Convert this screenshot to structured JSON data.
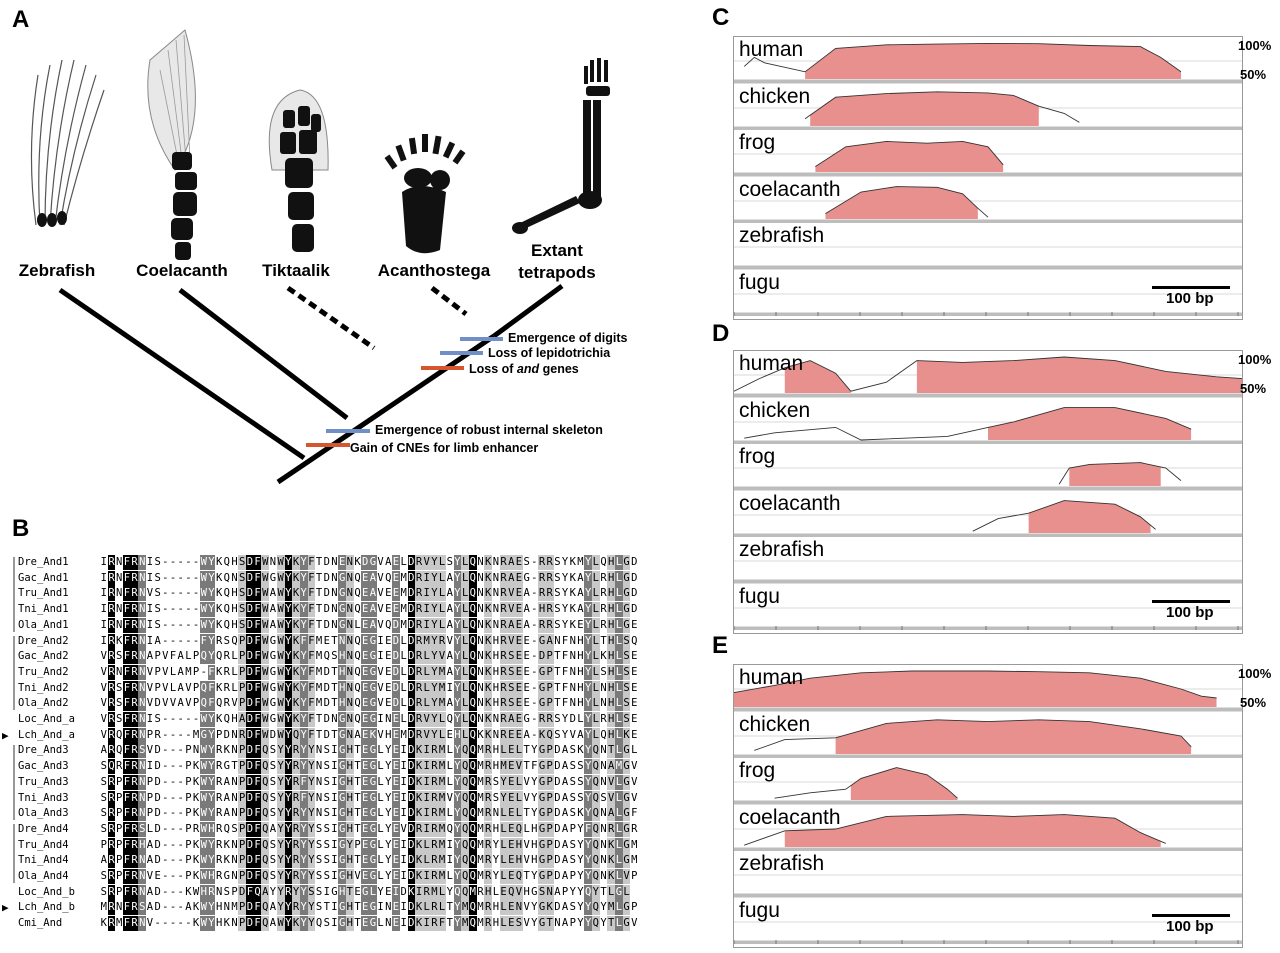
{
  "panels": {
    "a": "A",
    "b": "B",
    "c": "C",
    "d": "D",
    "e": "E"
  },
  "taxa": [
    "Zebrafish",
    "Coelacanth",
    "Tiktaalik",
    "Acanthostega",
    "Extant\ntetrapods"
  ],
  "events": {
    "digits": "Emergence of digits",
    "lepido": "Loss of lepidotrichia",
    "and_pre": "Loss of ",
    "and_it": "and",
    "and_post": " genes",
    "skeleton": "Emergence of robust internal skeleton",
    "cne": "Gain of CNEs for limb enhancer"
  },
  "colors": {
    "blue_event": "#6f8fc6",
    "red_event": "#d4562e",
    "conserved": "#e8908e"
  },
  "alignment": [
    {
      "name": "Dre_And1",
      "seq": "IRNFRNIS-----WYKQHSDFWNWYKYFTDNENKDGVAELDRVYLSYLQNKNRAES-RRSYKMYLQHLGD"
    },
    {
      "name": "Gac_And1",
      "seq": "IRNFRNIS-----WYKQNSDFWGWYKYFTDNGNQEAVQEMDRIYLAYLQNKNRAEG-RRSYKAYLRHLGD"
    },
    {
      "name": "Tru_And1",
      "seq": "IRNFRNVS-----WYKQHSDFWAWYKYFTDNGNQEAVEEMDRIYLAYLQNKNRVEA-RRSYKAYLRHLGD"
    },
    {
      "name": "Tni_And1",
      "seq": "IRNFRNIS-----WYKQHSDFWAWYKYFTDNGNQEAVEEMDRIYLAYLQNKNRVEA-HRSYKAYLRHLGD"
    },
    {
      "name": "Ola_And1",
      "seq": "IRNFRNIS-----WYKQHSDFWAWYKYFTDNGNLEAVQDMDRIYLAYLQNKNRAEA-RRSYKEYLRHLGE"
    },
    {
      "name": "Dre_And2",
      "seq": "IRKFRNIA-----FYRSQPDFWGWYKFFMETNNQEGIEDLDRMYRVYLQNKHRVEE-GANFNHYLTHLSQ"
    },
    {
      "name": "Gac_And2",
      "seq": "VRSFRNAPVFALPQYQRLPDFWGWYKYFMQSHNQEGIEDLDRLYVAYLQNKHRSEE-DPTFNHYLKHLSE"
    },
    {
      "name": "Tru_And2",
      "seq": "VRNFRNVPVLAMP-FKRLPDFWGWYKYFMDTHNQEGVEDLDRLYMAYLQNKHRSEE-GPTFNHYLSHLSE"
    },
    {
      "name": "Tni_And2",
      "seq": "VRSFRNVPVLAVPQFKRLPDFWGWYKYFMDTHNQEGVEDLDRLYMIYLQNKHRSEE-GPTFNHYLNHLSE"
    },
    {
      "name": "Ola_And2",
      "seq": "VRSFRNVDVVAVPQFQRVPDFWGWYKYFMDTHNQEGVEDLDRLYMAYLQNKHRSEE-GPTFNHYLNHLSE"
    },
    {
      "name": "Loc_And_a",
      "seq": "VRSFRNIS-----WYKQHADFWGWYKYFTDNGNQEGINELDRVYLQYLQNKNRAEG-RRSYDLYLRHLSE"
    },
    {
      "name": "Lch_And_a",
      "seq": "VRQFRNPR----MGYPDNRDFWDWYQYFTDTGNAEKVHEMDRVYLEHLQKKNREEA-KQSYVAYLQHLKE"
    },
    {
      "name": "Dre_And3",
      "seq": "ARQFRSVD---PNWYRKNPDFQSYYRYYNSIGHTEGLYEIDKIRMLYQQMRHLELTYGPDASKYQNTLGL"
    },
    {
      "name": "Gac_And3",
      "seq": "SQRFRNID---PKWYRGTPDFQSYYRYYNSIGHTEGLYEIDKIRMLYQQMRHMEVTFGPDASSYQNAMGV"
    },
    {
      "name": "Tru_And3",
      "seq": "SRPFRNPD---PKWYRANPDFQSYYRFYNSIGHTEGLYEIDKIRMLYQQMRSYELVYGPDASSYQNVLGV"
    },
    {
      "name": "Tni_And3",
      "seq": "SRPFRNPD---PKWYRANPDFQSYYRFYNSIGHTEGLYEIDKIRMVYQQMRSYELVYGPDASSYQSVLGV"
    },
    {
      "name": "Ola_And3",
      "seq": "SRPFRNPD---PKWYRANPDFQSYYRYYNSIGHTEGLYEIDKIRMLYQQMRNLELTYGPDASKYQNALGF"
    },
    {
      "name": "Dre_And4",
      "seq": "SRPFRSLD---PRWHRQSPDFQAYYRYYSSIGHTEGLYEVDRIRMQYQQMRHLEQLHGPDAPYFQNRLGR"
    },
    {
      "name": "Tru_And4",
      "seq": "PRPFRHAD---PKWYRKNPDFQSYYRYYSSIGYPEGLYEIDKLRMIYQQMRYLEHVHGPDASYYQNKLGM"
    },
    {
      "name": "Tni_And4",
      "seq": "ARPFRNAD---PKWYRKNPDFQSYYRYYSSIGHTEGLYEIDKLRMIYQQMRYLEHVHGPDASYYQNKLGM"
    },
    {
      "name": "Ola_And4",
      "seq": "SRPFRNVE---PKWHRGNPDFQSYYRYYSSIGHVEGLYEIDKIRMLYQQMRYLEQTYGPDAPYYQNKLVP"
    },
    {
      "name": "Loc_And_b",
      "seq": "SRPFRNAD---KWHRNSPDFQAYYRYYSSIGHTEGLYEIDKIRMLYQQMRHLEQVHGSNAPYYQYTLGL"
    },
    {
      "name": "Lch_And_b",
      "seq": "MRNFRSAD---AKWYHNMPDFQAYYRYYSTIGHTEGINEIDKLRLTYMQMRHLENVYGKDASYYQYMLGP"
    },
    {
      "name": "Cmi_And",
      "seq": "KRMFRNV-----KWYHKNPDFQAWYKYYQSIGHTEGLNEIDKIRFTYMQMRHLESVYGTNAPYYQYTLGV"
    }
  ],
  "arrow_rows": [
    "Lch_And_a",
    "Lch_And_b"
  ],
  "vista_species": [
    "human",
    "chicken",
    "frog",
    "coelacanth",
    "zebrafish",
    "fugu"
  ],
  "pct_labels": {
    "top": "100%",
    "mid": "50%"
  },
  "scale_bar": "100 bp",
  "conservation": {
    "C": {
      "human": {
        "trace": [
          [
            0.02,
            0.35
          ],
          [
            0.04,
            0.6
          ],
          [
            0.06,
            0.45
          ],
          [
            0.14,
            0.2
          ],
          [
            0.2,
            0.85
          ],
          [
            0.3,
            0.95
          ],
          [
            0.4,
            0.97
          ],
          [
            0.5,
            0.99
          ],
          [
            0.6,
            0.98
          ],
          [
            0.7,
            0.93
          ],
          [
            0.8,
            0.9
          ],
          [
            0.84,
            0.6
          ],
          [
            0.88,
            0.2
          ]
        ],
        "fill": [
          [
            0.14,
            0.88
          ]
        ]
      },
      "chicken": {
        "trace": [
          [
            0.14,
            0.2
          ],
          [
            0.2,
            0.8
          ],
          [
            0.3,
            0.9
          ],
          [
            0.4,
            0.95
          ],
          [
            0.5,
            0.92
          ],
          [
            0.55,
            0.85
          ],
          [
            0.6,
            0.55
          ],
          [
            0.65,
            0.35
          ],
          [
            0.68,
            0.1
          ]
        ],
        "fill": [
          [
            0.15,
            0.6
          ]
        ]
      },
      "frog": {
        "trace": [
          [
            0.16,
            0.15
          ],
          [
            0.22,
            0.7
          ],
          [
            0.3,
            0.85
          ],
          [
            0.38,
            0.8
          ],
          [
            0.45,
            0.85
          ],
          [
            0.5,
            0.7
          ],
          [
            0.53,
            0.2
          ]
        ],
        "fill": [
          [
            0.16,
            0.53
          ]
        ]
      },
      "coelacanth": {
        "trace": [
          [
            0.18,
            0.15
          ],
          [
            0.25,
            0.75
          ],
          [
            0.32,
            0.9
          ],
          [
            0.4,
            0.88
          ],
          [
            0.45,
            0.7
          ],
          [
            0.48,
            0.3
          ],
          [
            0.5,
            0.05
          ]
        ],
        "fill": [
          [
            0.18,
            0.48
          ]
        ]
      },
      "zebrafish": {
        "trace": [],
        "fill": []
      },
      "fugu": {
        "trace": [],
        "fill": []
      }
    },
    "D": {
      "human": {
        "trace": [
          [
            0.0,
            0.05
          ],
          [
            0.05,
            0.4
          ],
          [
            0.1,
            0.7
          ],
          [
            0.15,
            0.9
          ],
          [
            0.2,
            0.55
          ],
          [
            0.23,
            0.05
          ],
          [
            0.3,
            0.3
          ],
          [
            0.36,
            0.9
          ],
          [
            0.45,
            0.85
          ],
          [
            0.55,
            0.9
          ],
          [
            0.65,
            1.0
          ],
          [
            0.75,
            0.9
          ],
          [
            0.85,
            0.6
          ],
          [
            0.95,
            0.45
          ],
          [
            1.0,
            0.4
          ]
        ],
        "fill": [
          [
            0.1,
            0.23
          ],
          [
            0.36,
            1.0
          ]
        ]
      },
      "chicken": {
        "trace": [
          [
            0.02,
            0.05
          ],
          [
            0.08,
            0.2
          ],
          [
            0.2,
            0.35
          ],
          [
            0.25,
            0.0
          ],
          [
            0.42,
            0.1
          ],
          [
            0.5,
            0.35
          ],
          [
            0.55,
            0.5
          ],
          [
            0.65,
            0.9
          ],
          [
            0.75,
            0.9
          ],
          [
            0.85,
            0.6
          ],
          [
            0.9,
            0.3
          ]
        ],
        "fill": [
          [
            0.5,
            0.9
          ]
        ]
      },
      "frog": {
        "trace": [
          [
            0.64,
            0.05
          ],
          [
            0.66,
            0.5
          ],
          [
            0.7,
            0.6
          ],
          [
            0.8,
            0.65
          ],
          [
            0.85,
            0.5
          ],
          [
            0.88,
            0.15
          ]
        ],
        "fill": [
          [
            0.66,
            0.84
          ]
        ]
      },
      "coelacanth": {
        "trace": [
          [
            0.47,
            0.05
          ],
          [
            0.52,
            0.4
          ],
          [
            0.58,
            0.55
          ],
          [
            0.65,
            0.9
          ],
          [
            0.75,
            0.8
          ],
          [
            0.8,
            0.45
          ],
          [
            0.83,
            0.1
          ]
        ],
        "fill": [
          [
            0.58,
            0.82
          ]
        ]
      },
      "zebrafish": {
        "trace": [],
        "fill": []
      },
      "fugu": {
        "trace": [],
        "fill": []
      }
    },
    "E": {
      "human": {
        "trace": [
          [
            0.0,
            0.4
          ],
          [
            0.08,
            0.6
          ],
          [
            0.15,
            0.8
          ],
          [
            0.25,
            0.95
          ],
          [
            0.35,
            1.0
          ],
          [
            0.5,
            1.0
          ],
          [
            0.6,
            0.98
          ],
          [
            0.7,
            0.95
          ],
          [
            0.8,
            0.8
          ],
          [
            0.88,
            0.5
          ],
          [
            0.92,
            0.3
          ],
          [
            0.95,
            0.25
          ]
        ],
        "fill": [
          [
            0.0,
            0.95
          ]
        ]
      },
      "chicken": {
        "trace": [
          [
            0.04,
            0.1
          ],
          [
            0.1,
            0.4
          ],
          [
            0.2,
            0.45
          ],
          [
            0.3,
            0.85
          ],
          [
            0.4,
            0.95
          ],
          [
            0.5,
            0.9
          ],
          [
            0.6,
            0.95
          ],
          [
            0.7,
            0.9
          ],
          [
            0.8,
            0.7
          ],
          [
            0.88,
            0.5
          ],
          [
            0.9,
            0.2
          ]
        ],
        "fill": [
          [
            0.2,
            0.9
          ]
        ]
      },
      "frog": {
        "trace": [
          [
            0.08,
            0.05
          ],
          [
            0.15,
            0.2
          ],
          [
            0.22,
            0.3
          ],
          [
            0.25,
            0.6
          ],
          [
            0.32,
            0.9
          ],
          [
            0.38,
            0.7
          ],
          [
            0.42,
            0.3
          ],
          [
            0.44,
            0.05
          ]
        ],
        "fill": [
          [
            0.23,
            0.44
          ]
        ]
      },
      "coelacanth": {
        "trace": [
          [
            0.02,
            0.05
          ],
          [
            0.1,
            0.45
          ],
          [
            0.2,
            0.5
          ],
          [
            0.3,
            0.85
          ],
          [
            0.45,
            0.9
          ],
          [
            0.55,
            0.85
          ],
          [
            0.65,
            0.9
          ],
          [
            0.75,
            0.8
          ],
          [
            0.8,
            0.4
          ],
          [
            0.85,
            0.1
          ]
        ],
        "fill": [
          [
            0.1,
            0.84
          ]
        ]
      },
      "zebrafish": {
        "trace": [],
        "fill": []
      },
      "fugu": {
        "trace": [],
        "fill": []
      }
    }
  }
}
